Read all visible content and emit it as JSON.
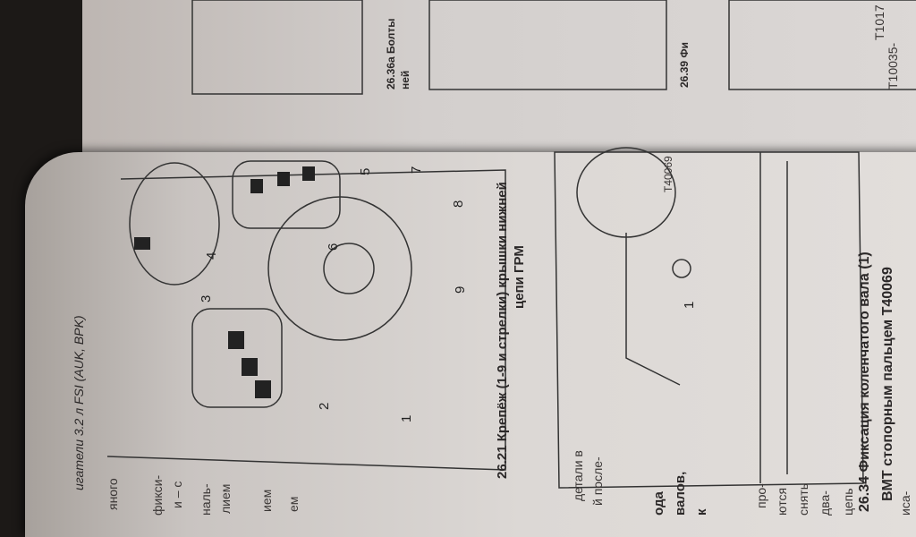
{
  "header": "игатели 3.2 л FSI (AUK, BPK)",
  "top_page": {
    "caption_a_1": "26.36а Болты",
    "caption_a_2": "ней",
    "caption_b": "26.39 Фи",
    "tool_1": "T1017",
    "tool_2": "T10035-"
  },
  "figure_26_21": {
    "caption_1": "26.21 Крепёж (1-9 и стрелки) крышки нижней",
    "caption_2": "цепи ГРМ",
    "labels": [
      "1",
      "2",
      "3",
      "4",
      "5",
      "6",
      "7",
      "8",
      "9"
    ]
  },
  "figure_26_34": {
    "caption_1": "26.34 Фиксация коленчатого вала (1)",
    "caption_2": "ВМТ стопорным пальцем T40069",
    "tool": "T40069",
    "label": "1"
  },
  "left_column": [
    "яного",
    "фикси-",
    "и – с",
    "наль-",
    "лием",
    "ием",
    "ем"
  ],
  "right_column": [
    "детали в",
    "й после-",
    "ода",
    "валов,",
    "к",
    "про-",
    "ются",
    "снять",
    "два-",
    "цепь",
    "иса-"
  ]
}
